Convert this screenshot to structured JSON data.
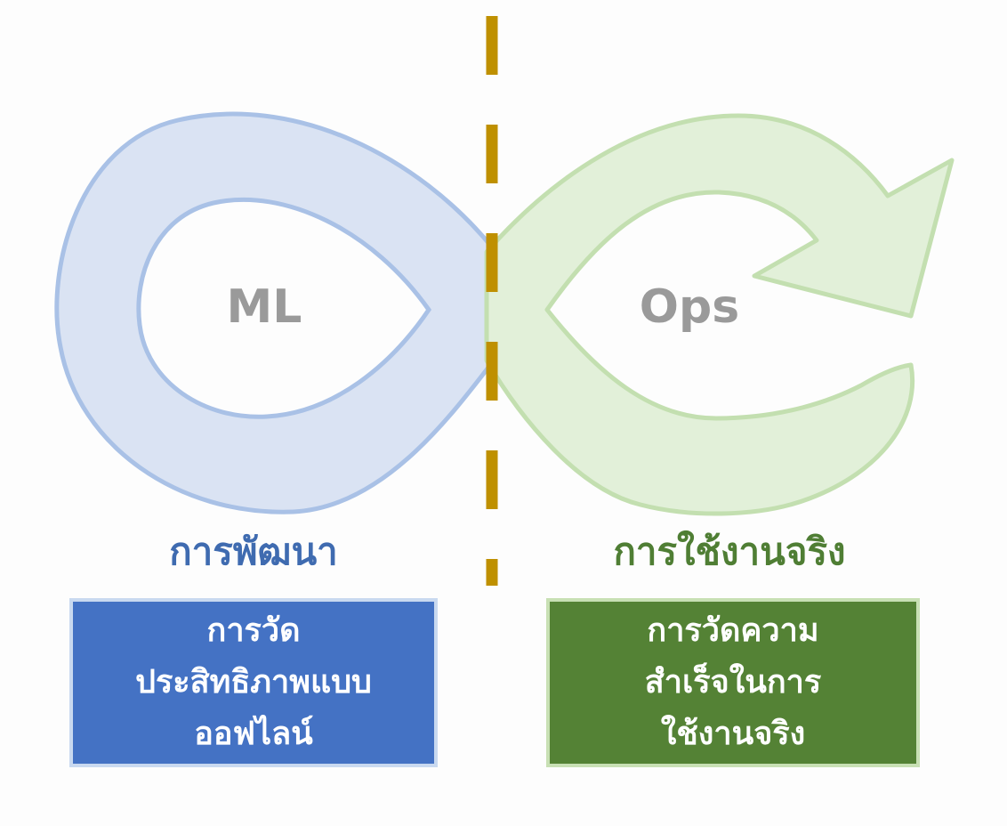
{
  "diagram": {
    "left_loop_label": "ML",
    "right_loop_label": "Ops"
  },
  "sections": {
    "development": {
      "heading": "การพัฒนา",
      "box_lines": [
        "การวัด",
        "ประสิทธิภาพแบบ",
        "ออฟไลน์"
      ]
    },
    "operations": {
      "heading": "การใช้งานจริง",
      "box_lines": [
        "การวัดความ",
        "สำเร็จในการ",
        "ใช้งานจริง"
      ]
    }
  },
  "colors": {
    "dev_loop_fill": "#dae3f3",
    "dev_loop_stroke": "#a9c1e6",
    "dev_heading": "#3f6bb0",
    "dev_box": "#4472c4",
    "ops_loop_fill": "#e2f0d9",
    "ops_loop_stroke": "#c3dfb0",
    "ops_heading": "#4f7e34",
    "ops_box": "#548235",
    "divider": "#bf9000",
    "loop_label": "#9a9a9a"
  }
}
